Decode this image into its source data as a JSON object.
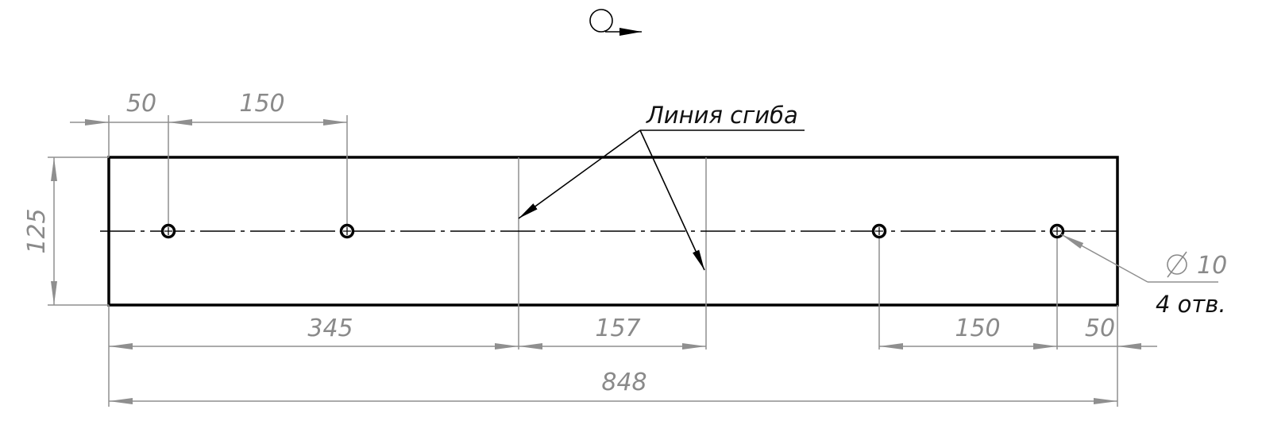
{
  "title": "",
  "dimensions": {
    "left_margin": "50",
    "left_spacing": "150",
    "height": "125",
    "to_bend": "345",
    "bend_gap": "157",
    "right_spacing": "150",
    "right_margin": "50",
    "total_length": "848"
  },
  "bend_note": "Линия сгиба",
  "hole_callout": {
    "diameter": "10",
    "count_label": "4 отв."
  },
  "colors": {
    "outline": "#000000",
    "dimension": "#8a8a8a",
    "note": "#111111"
  },
  "icons": [
    "unfold-symbol-icon"
  ]
}
